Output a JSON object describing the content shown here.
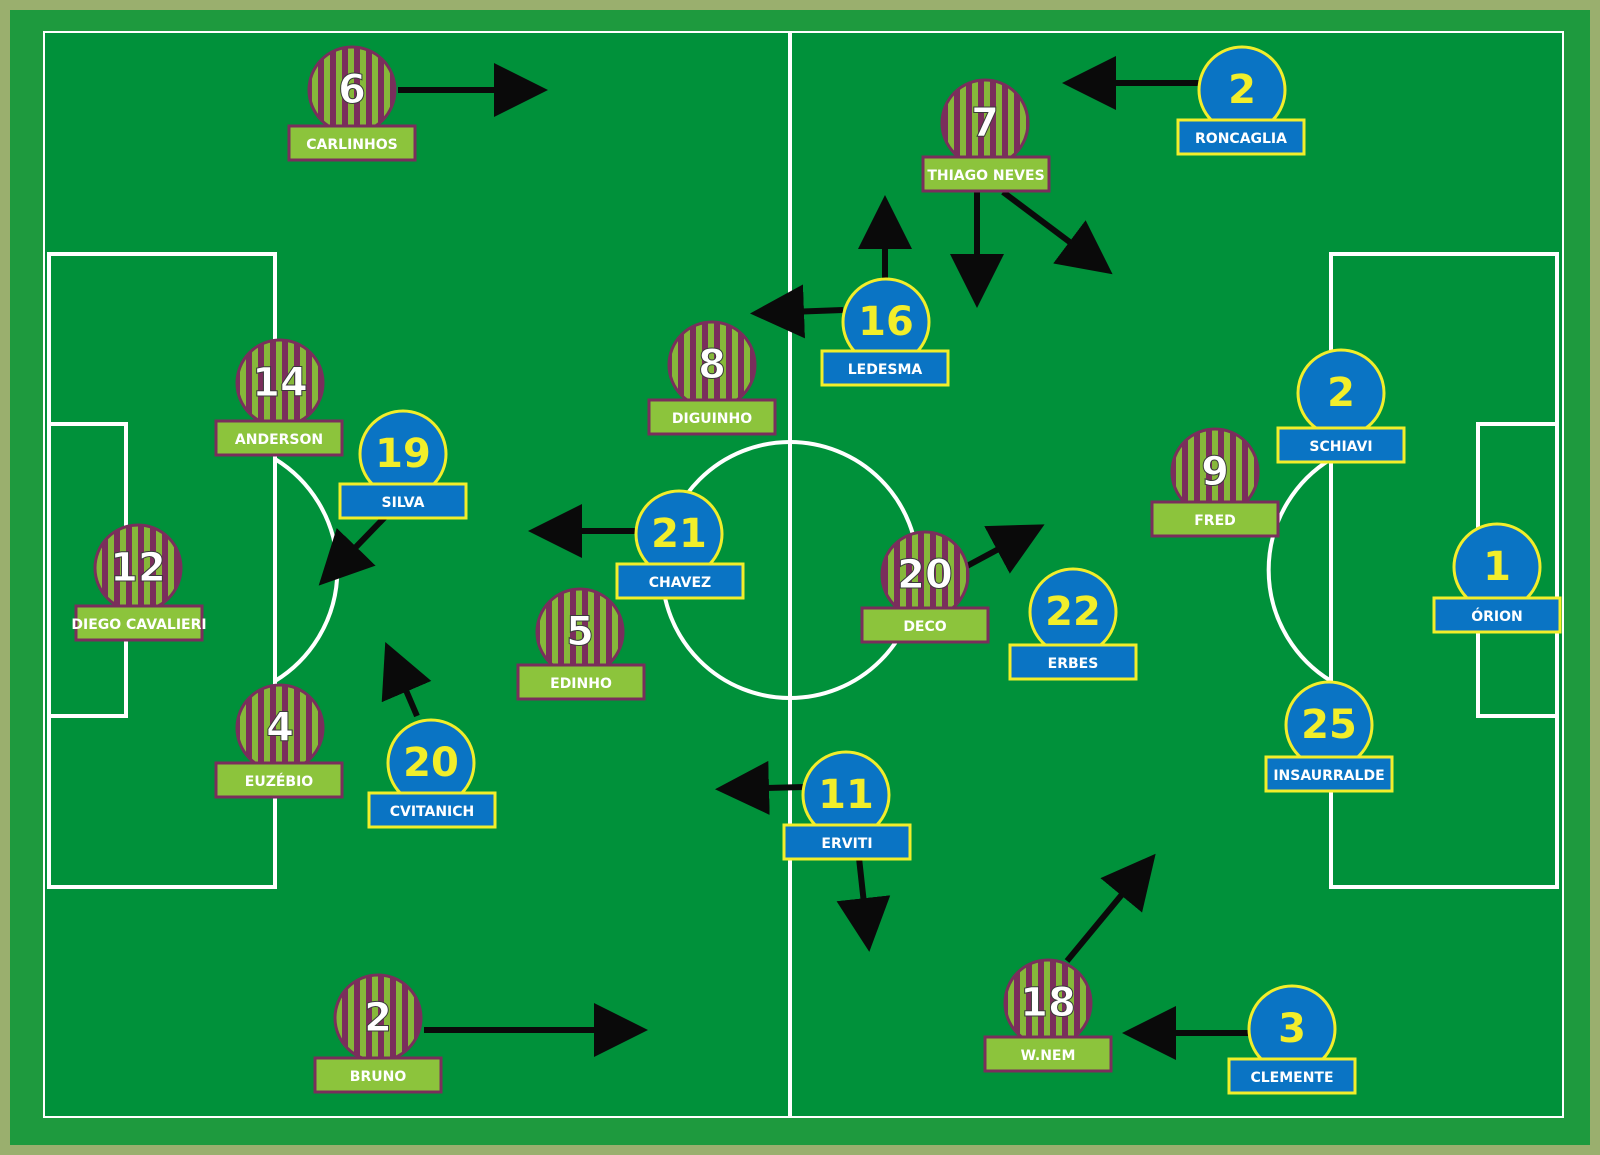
{
  "colors": {
    "border_outer": "#9aaf6e",
    "border_inner": "#1e9a3e",
    "pitch": "#00913a",
    "lines": "#ffffff",
    "arrow": "#0a0a0a",
    "home_stripe_a": "#86b83a",
    "home_stripe_b": "#7a2e5c",
    "home_label_bg": "#8cc43c",
    "home_outline": "#7a2e5c",
    "home_text": "#ffffff",
    "away_fill": "#0a74c4",
    "away_outline": "#f2ee2a",
    "away_number": "#f2ee2a",
    "away_label_text": "#ffffff"
  },
  "home_team": {
    "kit": "striped",
    "players": [
      {
        "number": "6",
        "name": "CARLINHOS"
      },
      {
        "number": "7",
        "name": "THIAGO NEVES"
      },
      {
        "number": "8",
        "name": "DIGUINHO"
      },
      {
        "number": "14",
        "name": "ANDERSON"
      },
      {
        "number": "12",
        "name": "DIEGO CAVALIERI"
      },
      {
        "number": "5",
        "name": "EDINHO"
      },
      {
        "number": "20",
        "name": "DECO"
      },
      {
        "number": "9",
        "name": "FRED"
      },
      {
        "number": "4",
        "name": "EUZÉBIO"
      },
      {
        "number": "2",
        "name": "BRUNO"
      },
      {
        "number": "18",
        "name": "W.NEM"
      }
    ]
  },
  "away_team": {
    "kit": "solid",
    "players": [
      {
        "number": "2",
        "name": "RONCAGLIA"
      },
      {
        "number": "16",
        "name": "LEDESMA"
      },
      {
        "number": "19",
        "name": "SILVA"
      },
      {
        "number": "21",
        "name": "CHAVEZ"
      },
      {
        "number": "2",
        "name": "SCHIAVI"
      },
      {
        "number": "1",
        "name": "ÓRION"
      },
      {
        "number": "22",
        "name": "ERBES"
      },
      {
        "number": "25",
        "name": "INSAURRALDE"
      },
      {
        "number": "20",
        "name": "CVITANICH"
      },
      {
        "number": "11",
        "name": "ERVITI"
      },
      {
        "number": "3",
        "name": "CLEMENTE"
      }
    ]
  }
}
